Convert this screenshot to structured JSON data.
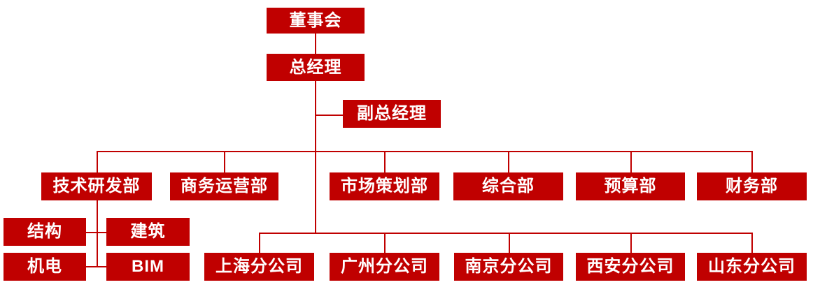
{
  "org_chart": {
    "accent_color": "#C00000",
    "text_color": "#FFFFFF",
    "background_color": "#FFFFFF",
    "nodes": [
      {
        "id": "board",
        "label": "董事会",
        "parent": null
      },
      {
        "id": "general-manager",
        "label": "总经理",
        "parent": "board"
      },
      {
        "id": "deputy-general-manager",
        "label": "副总经理",
        "parent": "general-manager"
      },
      {
        "id": "dept-tech-rd",
        "label": "技术研发部",
        "parent": "general-manager"
      },
      {
        "id": "dept-business-ops",
        "label": "商务运营部",
        "parent": "general-manager"
      },
      {
        "id": "dept-marketing",
        "label": "市场策划部",
        "parent": "general-manager"
      },
      {
        "id": "dept-general-affairs",
        "label": "综合部",
        "parent": "general-manager"
      },
      {
        "id": "dept-budget",
        "label": "预算部",
        "parent": "general-manager"
      },
      {
        "id": "dept-finance",
        "label": "财务部",
        "parent": "general-manager"
      },
      {
        "id": "team-structure",
        "label": "结构",
        "parent": "dept-tech-rd"
      },
      {
        "id": "team-architecture",
        "label": "建筑",
        "parent": "dept-tech-rd"
      },
      {
        "id": "team-mep",
        "label": "机电",
        "parent": "dept-tech-rd"
      },
      {
        "id": "team-bim",
        "label": "BIM",
        "parent": "dept-tech-rd"
      },
      {
        "id": "branch-shanghai",
        "label": "上海分公司",
        "parent": "general-manager"
      },
      {
        "id": "branch-guangzhou",
        "label": "广州分公司",
        "parent": "general-manager"
      },
      {
        "id": "branch-nanjing",
        "label": "南京分公司",
        "parent": "general-manager"
      },
      {
        "id": "branch-xian",
        "label": "西安分公司",
        "parent": "general-manager"
      },
      {
        "id": "branch-shandong",
        "label": "山东分公司",
        "parent": "general-manager"
      }
    ]
  }
}
